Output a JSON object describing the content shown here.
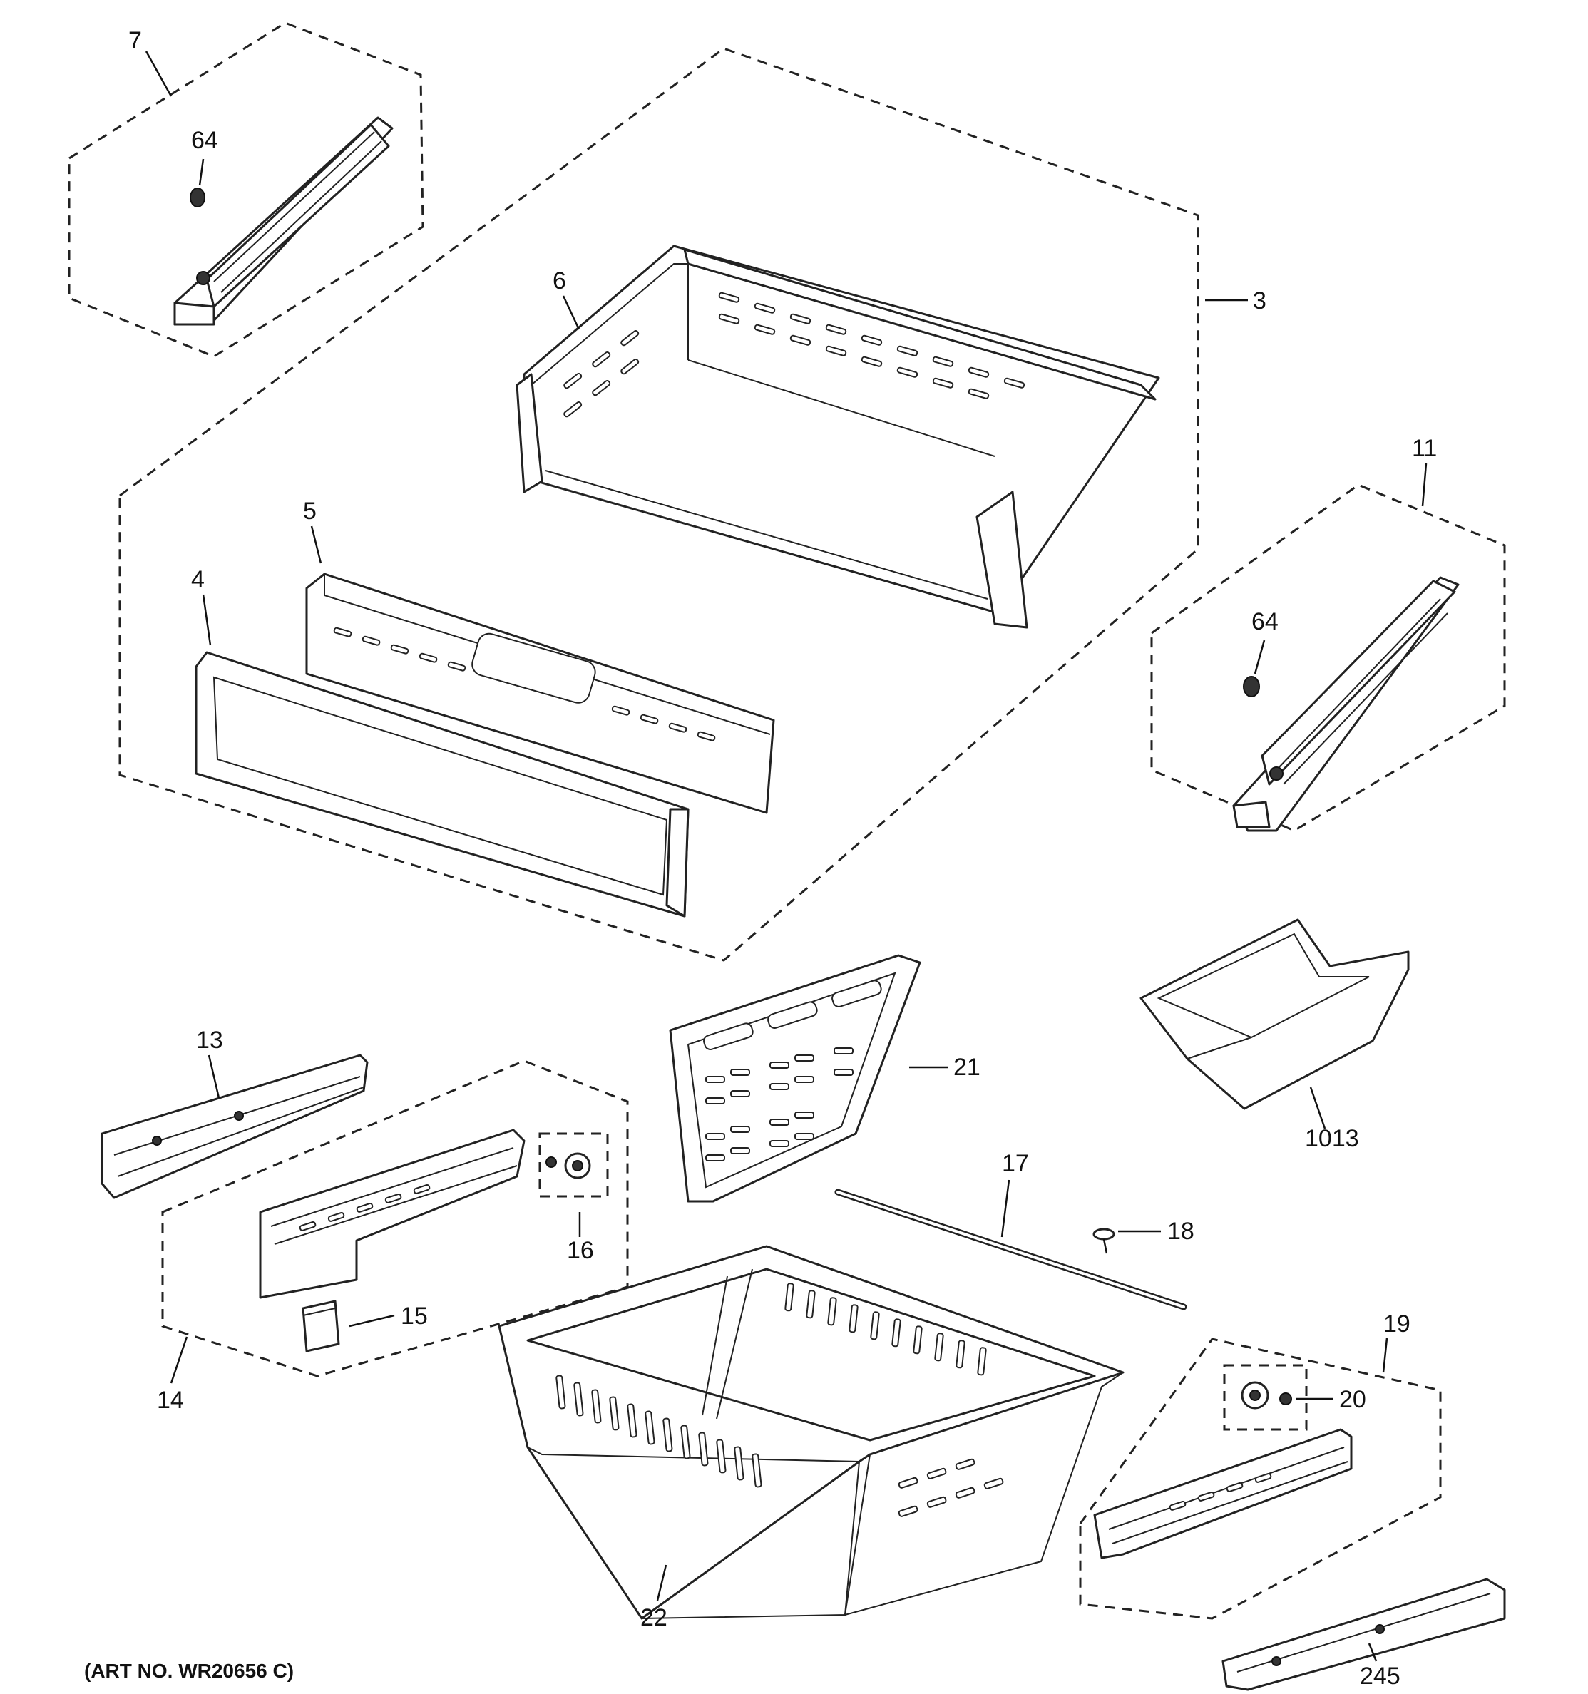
{
  "art_number": "(ART NO. WR20656 C)",
  "callouts": {
    "c7": "7",
    "c64a": "64",
    "c6": "6",
    "c3": "3",
    "c5": "5",
    "c4": "4",
    "c11": "11",
    "c64b": "64",
    "c13": "13",
    "c21": "21",
    "c1013": "1013",
    "c16": "16",
    "c17": "17",
    "c18": "18",
    "c15": "15",
    "c14": "14",
    "c19": "19",
    "c20": "20",
    "c22": "22",
    "c245": "245"
  }
}
